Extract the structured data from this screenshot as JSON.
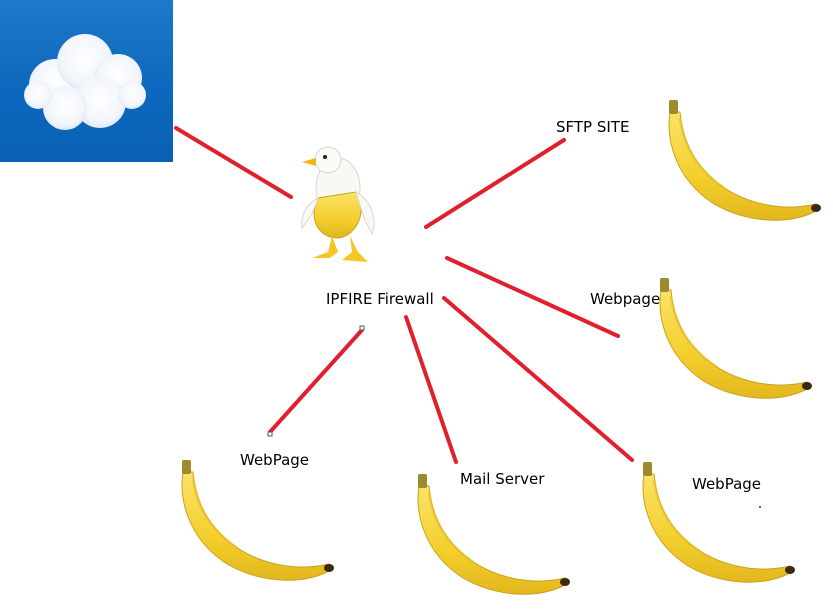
{
  "diagram": {
    "labels": {
      "center": "IPFIRE Firewall",
      "sftp": "SFTP SITE",
      "webpage_right": "Webpage",
      "webpage_left": "WebPage",
      "mail": "Mail Server",
      "webpage_bottom_right": "WebPage"
    },
    "colors": {
      "link": "#e0202c",
      "sky": "#0b67bd",
      "banana": "#f7d63a"
    },
    "icons": [
      "cloud-icon",
      "banana-duck-icon",
      "banana-icon"
    ]
  }
}
